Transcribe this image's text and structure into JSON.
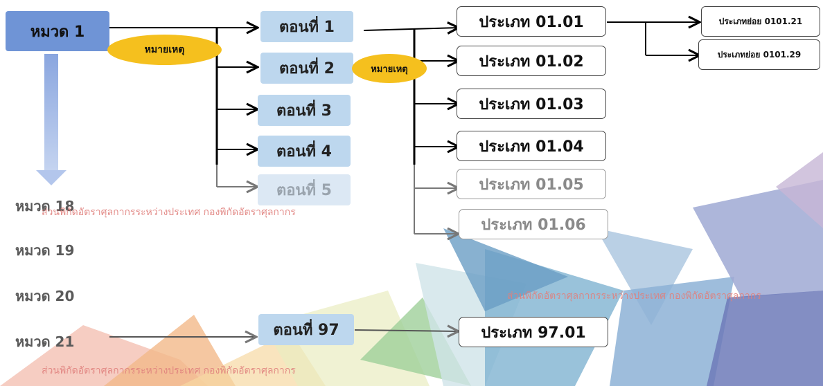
{
  "chapter_main": "หมวด 1",
  "note_label": "หมายเหตุ",
  "parts": [
    "ตอนที่ 1",
    "ตอนที่ 2",
    "ตอนที่ 3",
    "ตอนที่ 4",
    "ตอนที่ 5"
  ],
  "categories": [
    "ประเภท 01.01",
    "ประเภท 01.02",
    "ประเภท 01.03",
    "ประเภท 01.04",
    "ประเภท 01.05",
    "ประเภท 01.06"
  ],
  "subcategories": [
    "ประเภทย่อย 0101.21",
    "ประเภทย่อย 0101.29"
  ],
  "chapters_other": [
    "หมวด 18",
    "หมวด 19",
    "หมวด 20",
    "หมวด 21"
  ],
  "part_97": "ตอนที่ 97",
  "category_97": "ประเภท 97.01",
  "watermark": "ส่วนพิกัดอัตราศุลกากรระหว่างประเทศ กองพิกัดอัตราศุลกากร",
  "colors": {
    "chapter": "#6f94d6",
    "part": "#bdd7ee",
    "note": "#f5c01e",
    "watermark": "#e0807d"
  }
}
